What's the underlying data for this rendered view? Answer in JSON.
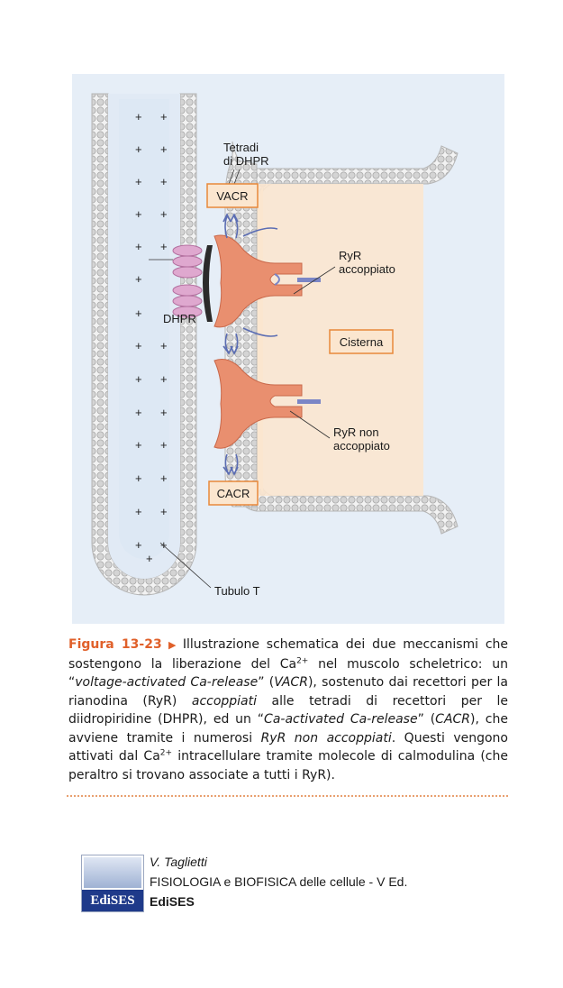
{
  "figure": {
    "labels": {
      "tetradi_line1": "Tetradi",
      "tetradi_line2": "di DHPR",
      "vacr": "VACR",
      "dhpr": "DHPR",
      "ryr_coupled_line1": "RyR",
      "ryr_coupled_line2": "accoppiato",
      "cisterna": "Cisterna",
      "ryr_uncoupled_line1": "RyR non",
      "ryr_uncoupled_line2": "accoppiato",
      "cacr": "CACR",
      "tubulo": "Tubulo T"
    },
    "plus_sign": "+",
    "colors": {
      "panel_bg": "#e6eef7",
      "membrane": "#d9d9d9",
      "tubule_lumen": "#e4ecf6",
      "cisterna_fill": "#fbe6cf",
      "ryr": "#e98f6f",
      "dhpr": "#dfa8cf",
      "arrow": "#5b6db3",
      "label_box": "#e8883a"
    }
  },
  "caption": {
    "figure_label": "Figura 13-23",
    "arrow_glyph": "▶",
    "part1": "Illustrazione schematica dei due meccanismi che sostengono la liberazione del Ca",
    "sup1": "2+",
    "part2": " nel muscolo scheletrico: un “",
    "italic1": "voltage-activated Ca-release",
    "part3": "” (",
    "italic2": "VACR",
    "part4": "), sostenuto dai recettori per la rianodina (RyR) ",
    "italic3": "accoppiati",
    "part5": " alle tetradi di recettori per le diidropiridine (DHPR), ed un “",
    "italic4": "Ca-activated Ca-release",
    "part6": "” (",
    "italic5": "CACR",
    "part7": "), che avviene tramite i numerosi ",
    "italic6": "RyR non accoppiati",
    "part8": ". Questi vengono attivati dal Ca",
    "sup2": "2+",
    "part9": " intracellulare tramite molecole di calmodulina (che peraltro si trovano associate a tutti i RyR)."
  },
  "publisher": {
    "logo_text": "EdiSES",
    "author": "V. Taglietti",
    "book_title": "FISIOLOGIA e BIOFISICA delle cellule - V Ed.",
    "name": "EdiSES"
  }
}
